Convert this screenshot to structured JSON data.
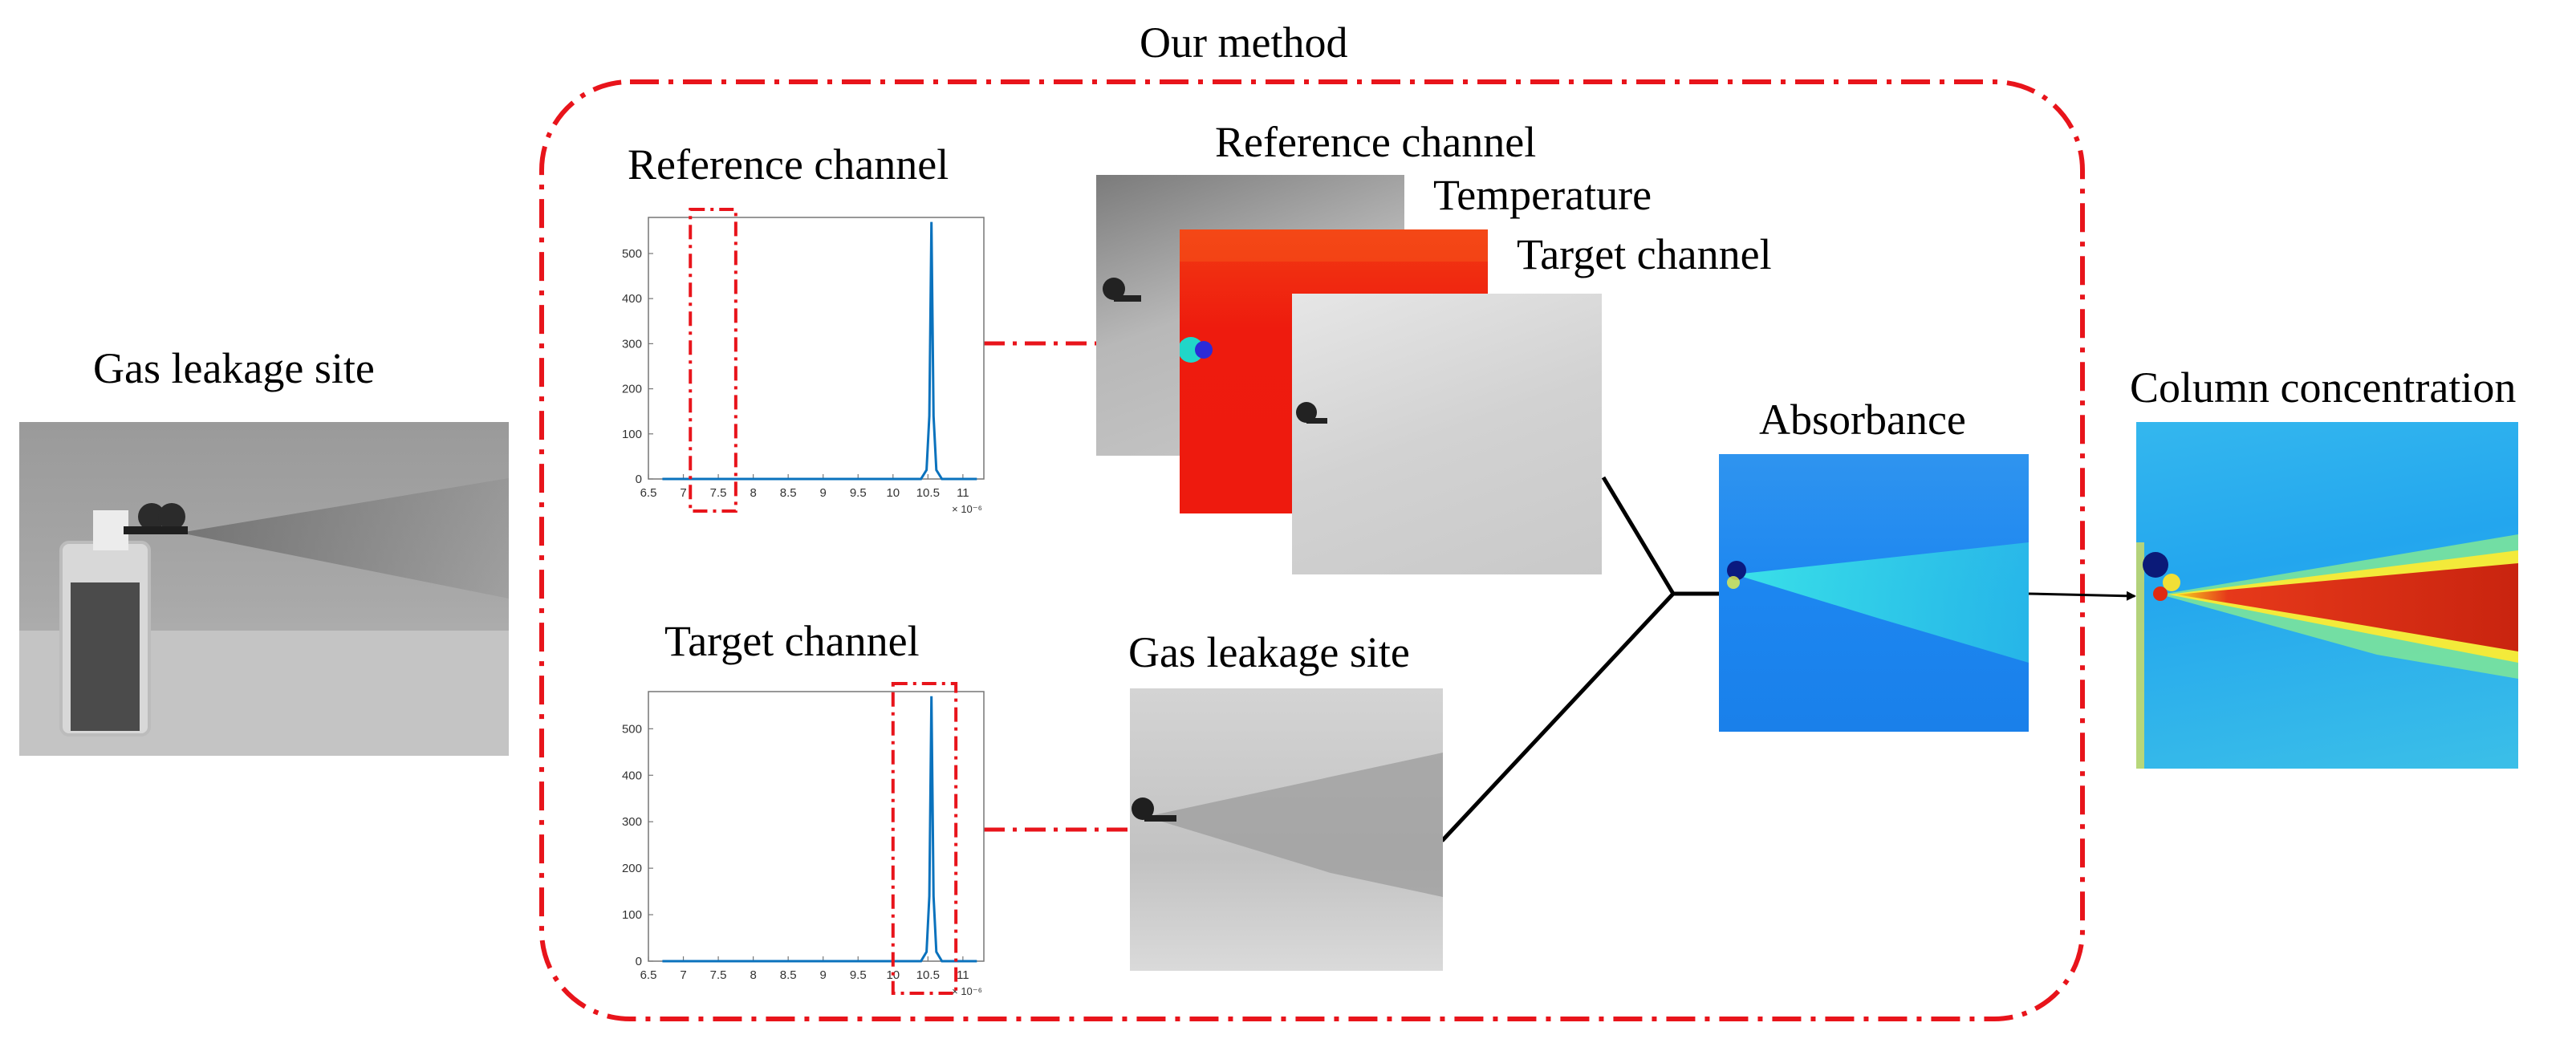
{
  "title": "Our method",
  "source_label": "Gas leakage site",
  "plots": {
    "reference": {
      "title": "Reference channel",
      "y_ticks": [
        "500",
        "400",
        "300",
        "200",
        "100",
        "0"
      ],
      "x_ticks": [
        "6.5",
        "7",
        "7.5",
        "8",
        "8.5",
        "9",
        "9.5",
        "10",
        "10.5",
        "11"
      ],
      "x_exponent": "× 10⁻⁶",
      "highlight_window": [
        7.1,
        7.75
      ]
    },
    "target": {
      "title": "Target channel",
      "y_ticks": [
        "500",
        "400",
        "300",
        "200",
        "100",
        "0"
      ],
      "x_ticks": [
        "6.5",
        "7",
        "7.5",
        "8",
        "8.5",
        "9",
        "9.5",
        "10",
        "10.5",
        "11"
      ],
      "x_exponent": "× 10⁻⁶",
      "highlight_window": [
        10.0,
        10.9
      ]
    }
  },
  "stack_labels": {
    "reference": "Reference channel",
    "temperature": "Temperature",
    "target": "Target channel"
  },
  "leak_image_label": "Gas leakage site",
  "absorbance_label": "Absorbance",
  "output_label": "Column concentration",
  "colors": {
    "dashed_frame": "#e8141b",
    "spectrum_line": "#0a72bd",
    "temperature_red": "#f01a0f",
    "absorbance_blue": "#1c86f0",
    "plume_red": "#d81f10"
  },
  "chart_data": [
    {
      "type": "line",
      "title": "Reference channel",
      "x": [
        6.7,
        10.4,
        10.48,
        10.52,
        10.55,
        10.58,
        10.62,
        10.7,
        11.2
      ],
      "y": [
        0,
        0,
        20,
        140,
        570,
        140,
        20,
        0,
        0
      ],
      "xlim": [
        6.5,
        11.3
      ],
      "ylim": [
        0,
        580
      ],
      "x_scale_label": "× 10⁻⁶"
    },
    {
      "type": "line",
      "title": "Target channel",
      "x": [
        6.7,
        10.4,
        10.48,
        10.52,
        10.55,
        10.58,
        10.62,
        10.7,
        11.2
      ],
      "y": [
        0,
        0,
        20,
        140,
        570,
        140,
        20,
        0,
        0
      ],
      "xlim": [
        6.5,
        11.3
      ],
      "ylim": [
        0,
        580
      ],
      "x_scale_label": "× 10⁻⁶"
    }
  ]
}
